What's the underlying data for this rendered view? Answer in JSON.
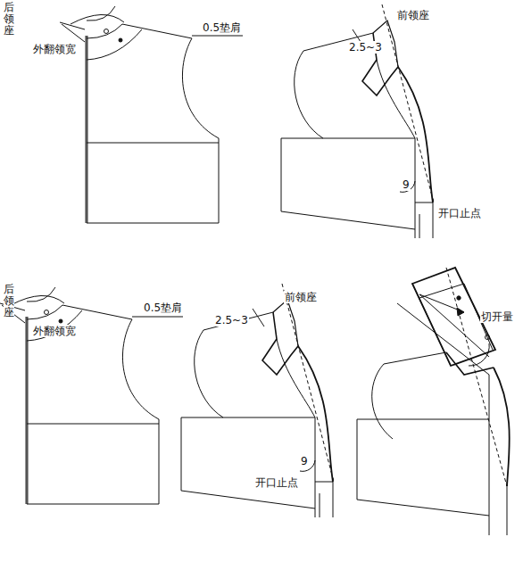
{
  "diagram": {
    "labels": [
      "后领座",
      "外翻领宽",
      "0.5垫肩",
      "前领座",
      "2.5~3",
      "9",
      "开口止点",
      "后领座",
      "外翻领宽",
      "0.5垫肩",
      "前领座",
      "2.5~3",
      "9",
      "开口止点",
      "切开量"
    ]
  }
}
